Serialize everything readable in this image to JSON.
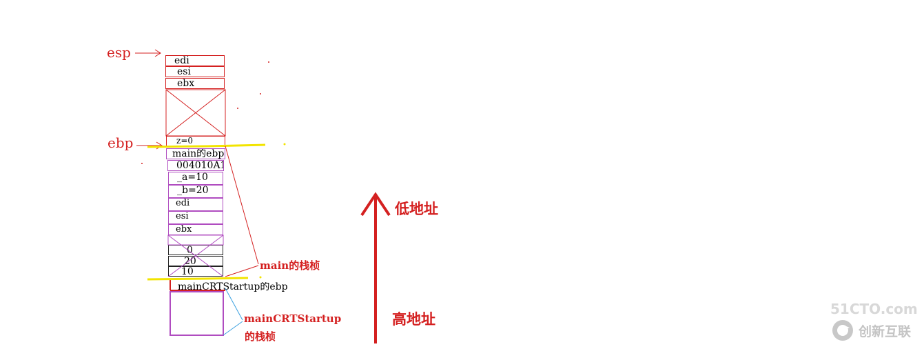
{
  "pointers": {
    "esp": "esp",
    "ebp": "ebp"
  },
  "stack_cells": {
    "edi_1": "edi",
    "esi_1": "esi",
    "ebx_1": "ebx",
    "z": "z=0",
    "main_ebp": "main的ebp",
    "ret_addr": "004010A1",
    "a": "_a=10",
    "b": "_b=20",
    "edi_2": "edi",
    "esi_2": "esi",
    "ebx_2": "ebx",
    "arg0": "0",
    "arg20": "20",
    "arg10": "10",
    "crt_ebp": "mainCRTStartup的ebp"
  },
  "annotations": {
    "main_frame": "main的栈桢",
    "crt_frame_line1": "mainCRTStartup",
    "crt_frame_line2": "的栈桢",
    "low_address": "低地址",
    "high_address": "高地址"
  },
  "watermark": {
    "site": "51CTO.com",
    "brand": "创新互联"
  },
  "colors": {
    "red": "#d42020",
    "purple": "#b04cc0",
    "yellow": "#f2e400",
    "blue": "#3aa0e0"
  }
}
